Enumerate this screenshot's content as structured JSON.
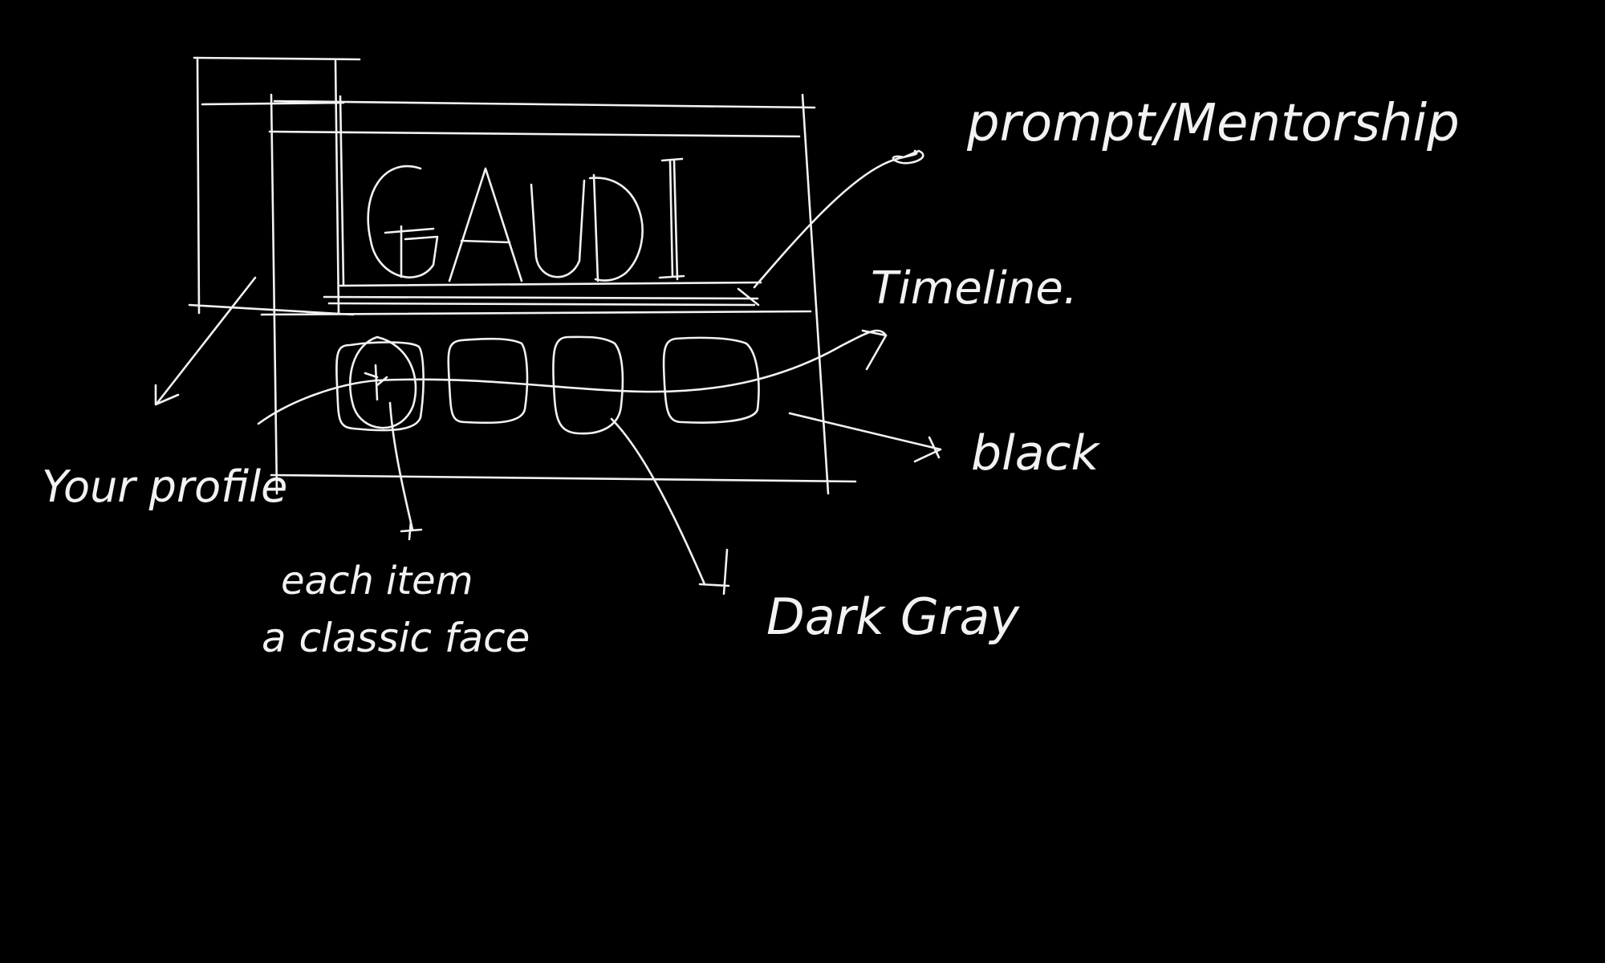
{
  "canvas": {
    "background": "#000000",
    "ink_color": "#f2f2f2"
  },
  "mockup": {
    "title": "GAUDI",
    "timeline_item_count": 4
  },
  "annotations": {
    "prompt_mentorship": "prompt/Mentorship",
    "timeline": "Timeline.",
    "black": "black",
    "dark_gray": "Dark Gray",
    "your_profile": "Your profile",
    "each_item_line1": "each item",
    "each_item_line2": "a classic face"
  }
}
